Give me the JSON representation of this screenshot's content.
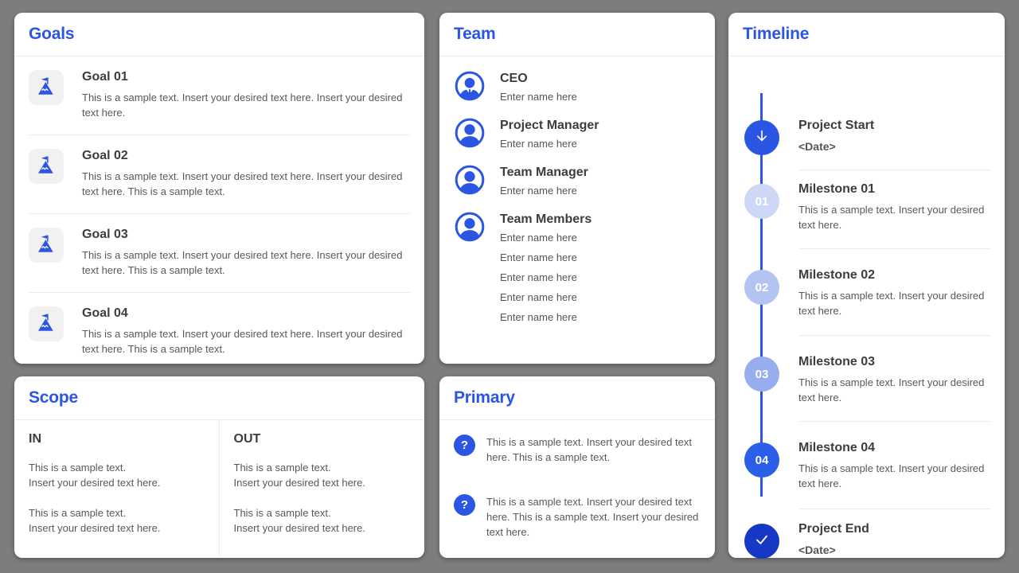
{
  "colors": {
    "background": "#7d7d7d",
    "accent_blue": "#2b55e3",
    "card": "#ffffff",
    "title_text": "#3d3d3d",
    "body_text": "#585858",
    "divider": "#ececec",
    "goal_icon_bg": "#f1f1f1"
  },
  "goals": {
    "title": "Goals",
    "icon": "mountain-flag-icon",
    "items": [
      {
        "title": "Goal 01",
        "text": "This is a sample text. Insert your desired text here. Insert your desired text here."
      },
      {
        "title": "Goal 02",
        "text": "This is a sample text. Insert your desired text here. Insert your desired text here. This is a sample text."
      },
      {
        "title": "Goal 03",
        "text": "This is a sample text. Insert your desired text here. Insert your desired text here. This is a sample text."
      },
      {
        "title": "Goal 04",
        "text": "This is a sample text. Insert your desired text here. Insert your desired text here. This is a sample text."
      }
    ]
  },
  "team": {
    "title": "Team",
    "roles": [
      {
        "title": "CEO",
        "icon": "person-suit-icon",
        "names": [
          "Enter name here"
        ]
      },
      {
        "title": "Project Manager",
        "icon": "person-icon",
        "names": [
          "Enter name here"
        ]
      },
      {
        "title": "Team Manager",
        "icon": "person-icon",
        "names": [
          "Enter name here"
        ]
      },
      {
        "title": "Team Members",
        "icon": "person-icon",
        "names": [
          "Enter name here",
          "Enter name here",
          "Enter name here",
          "Enter name here",
          "Enter name here"
        ]
      }
    ]
  },
  "scope": {
    "title": "Scope",
    "columns": [
      {
        "header": "IN",
        "paragraphs": [
          "This is a sample text.\nInsert your desired text here.",
          "This is a sample text.\nInsert your desired text here."
        ]
      },
      {
        "header": "OUT",
        "paragraphs": [
          "This is a sample text.\nInsert your desired text here.",
          "This is a sample text.\nInsert your desired text here."
        ]
      }
    ]
  },
  "primary": {
    "title": "Primary",
    "icon": "question-mark-icon",
    "icon_glyph": "?",
    "items": [
      {
        "text": "This is a sample text. Insert your desired text here. This is a sample text."
      },
      {
        "text": "This is a sample text. Insert your desired text here. This is a sample text. Insert your desired text here."
      }
    ]
  },
  "timeline": {
    "title": "Timeline",
    "line_color": "#2b55e3",
    "entries": [
      {
        "kind": "start",
        "icon": "arrow-down-icon",
        "badge_color": "#2b55e3",
        "title": "Project Start",
        "subtitle": "<Date>"
      },
      {
        "kind": "milestone",
        "badge": "01",
        "badge_color": "#ccd8f6",
        "title": "Milestone 01",
        "text": "This is a sample text. Insert your desired text here."
      },
      {
        "kind": "milestone",
        "badge": "02",
        "badge_color": "#b3c3f2",
        "title": "Milestone 02",
        "text": "This is a sample text. Insert your desired text here."
      },
      {
        "kind": "milestone",
        "badge": "03",
        "badge_color": "#97adee",
        "title": "Milestone 03",
        "text": "This is a sample text. Insert your desired text here."
      },
      {
        "kind": "milestone",
        "badge": "04",
        "badge_color": "#2c5fe9",
        "title": "Milestone 04",
        "text": "This is a sample text. Insert your desired text here."
      },
      {
        "kind": "end",
        "icon": "check-icon",
        "badge_color": "#1738c4",
        "title": "Project End",
        "subtitle": "<Date>"
      }
    ]
  }
}
